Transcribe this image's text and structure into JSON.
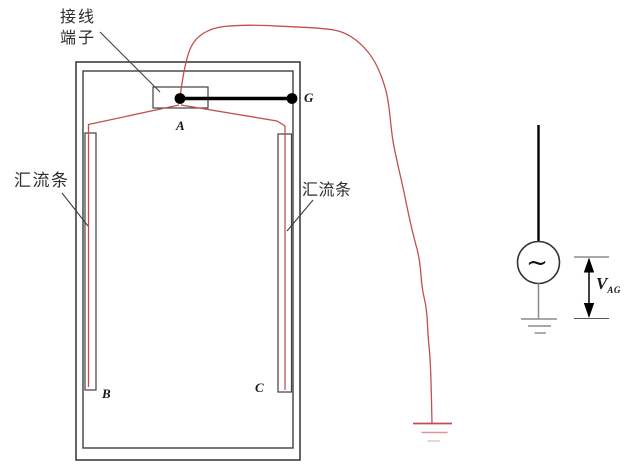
{
  "colors": {
    "wire_red": "#c0504d",
    "wire_red_faded": "#d49a98",
    "wire_red_faint": "#e2c6c5",
    "outline": "#3f3f3f",
    "black": "#000000",
    "gray": "#8c8c8c",
    "tick": "#555555"
  },
  "labels": {
    "terminal_line1": "接线",
    "terminal_line2": "端子",
    "busbar_left": "汇流条",
    "busbar_right": "汇流条",
    "node_a": "A",
    "node_b": "B",
    "node_c": "C",
    "node_g": "G"
  },
  "source": {
    "waveform_symbol": "~",
    "voltage_label_main": "V",
    "voltage_label_sub": "AG"
  }
}
